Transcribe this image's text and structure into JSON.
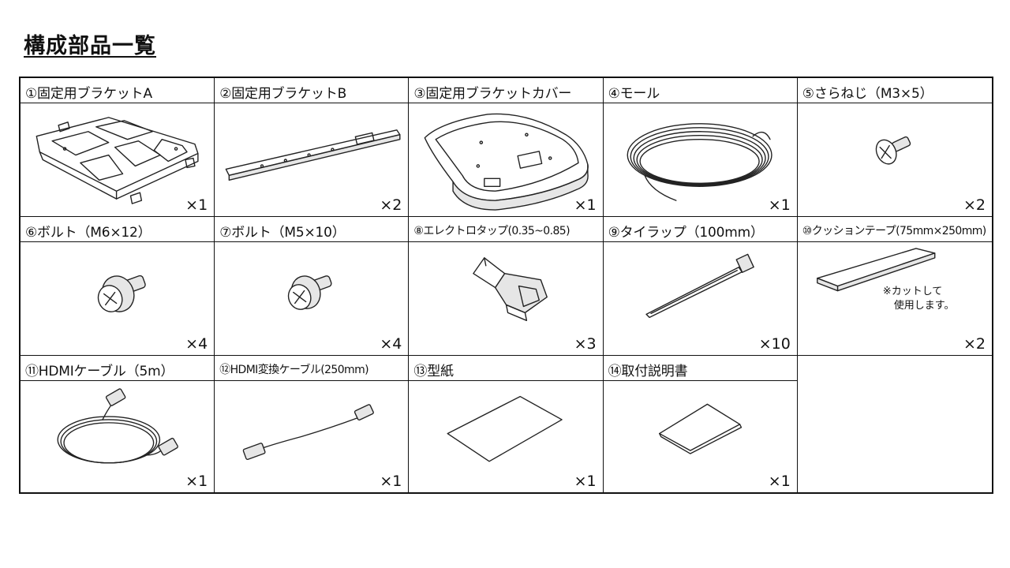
{
  "title": "構成部品一覧",
  "parts": [
    {
      "label": "①固定用ブラケットA",
      "qty": "×1"
    },
    {
      "label": "②固定用ブラケットB",
      "qty": "×2"
    },
    {
      "label": "③固定用ブラケットカバー",
      "qty": "×1"
    },
    {
      "label": "④モール",
      "qty": "×1"
    },
    {
      "label": "⑤さらねじ（M3×5）",
      "qty": "×2"
    },
    {
      "label": "⑥ボルト（M6×12）",
      "qty": "×4"
    },
    {
      "label": "⑦ボルト（M5×10）",
      "qty": "×4"
    },
    {
      "label": "⑧エレクトロタップ(0.35~0.85)",
      "qty": "×3"
    },
    {
      "label": "⑨タイラップ（100mm）",
      "qty": "×10"
    },
    {
      "label": "⑩クッションテープ(75mm×250mm)",
      "qty": "×2",
      "note": [
        "※カットして",
        "使用します。"
      ]
    },
    {
      "label": "⑪HDMIケーブル（5m）",
      "qty": "×1"
    },
    {
      "label": "⑫HDMI変換ケーブル(250mm)",
      "qty": "×1"
    },
    {
      "label": "⑬型紙",
      "qty": "×1"
    },
    {
      "label": "⑭取付説明書",
      "qty": "×1"
    }
  ]
}
